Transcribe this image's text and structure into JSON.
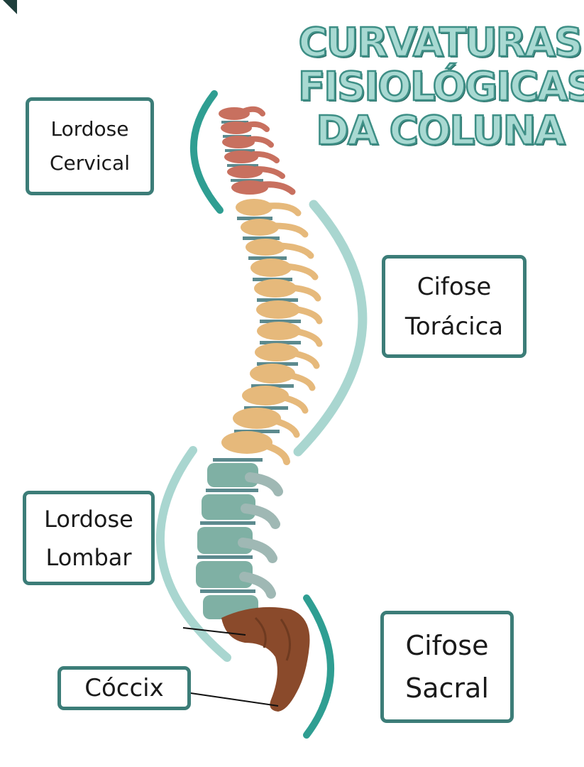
{
  "title": {
    "line1": "CURVATURAS",
    "line2": "FISIOLÓGICAS",
    "line3": "DA COLUNA"
  },
  "labels": {
    "cervical": {
      "line1": "Lordose",
      "line2": "Cervical"
    },
    "toracica": {
      "line1": "Cifose",
      "line2": "Torácica"
    },
    "lombar": {
      "line1": "Lordose",
      "line2": "Lombar"
    },
    "sacral": {
      "line1": "Cifose",
      "line2": "Sacral"
    },
    "coccix": {
      "line1": "Cóccix"
    }
  },
  "colors": {
    "cervical": "#c8705f",
    "thoracic": "#e6b97b",
    "lumbar": "#7fb0a4",
    "sacrum": "#8a4a2b",
    "disc": "#5c8a8e",
    "arc_dark": "#2f9e92",
    "arc_light": "#a9d6d0",
    "box_border": "#3c7d78"
  }
}
